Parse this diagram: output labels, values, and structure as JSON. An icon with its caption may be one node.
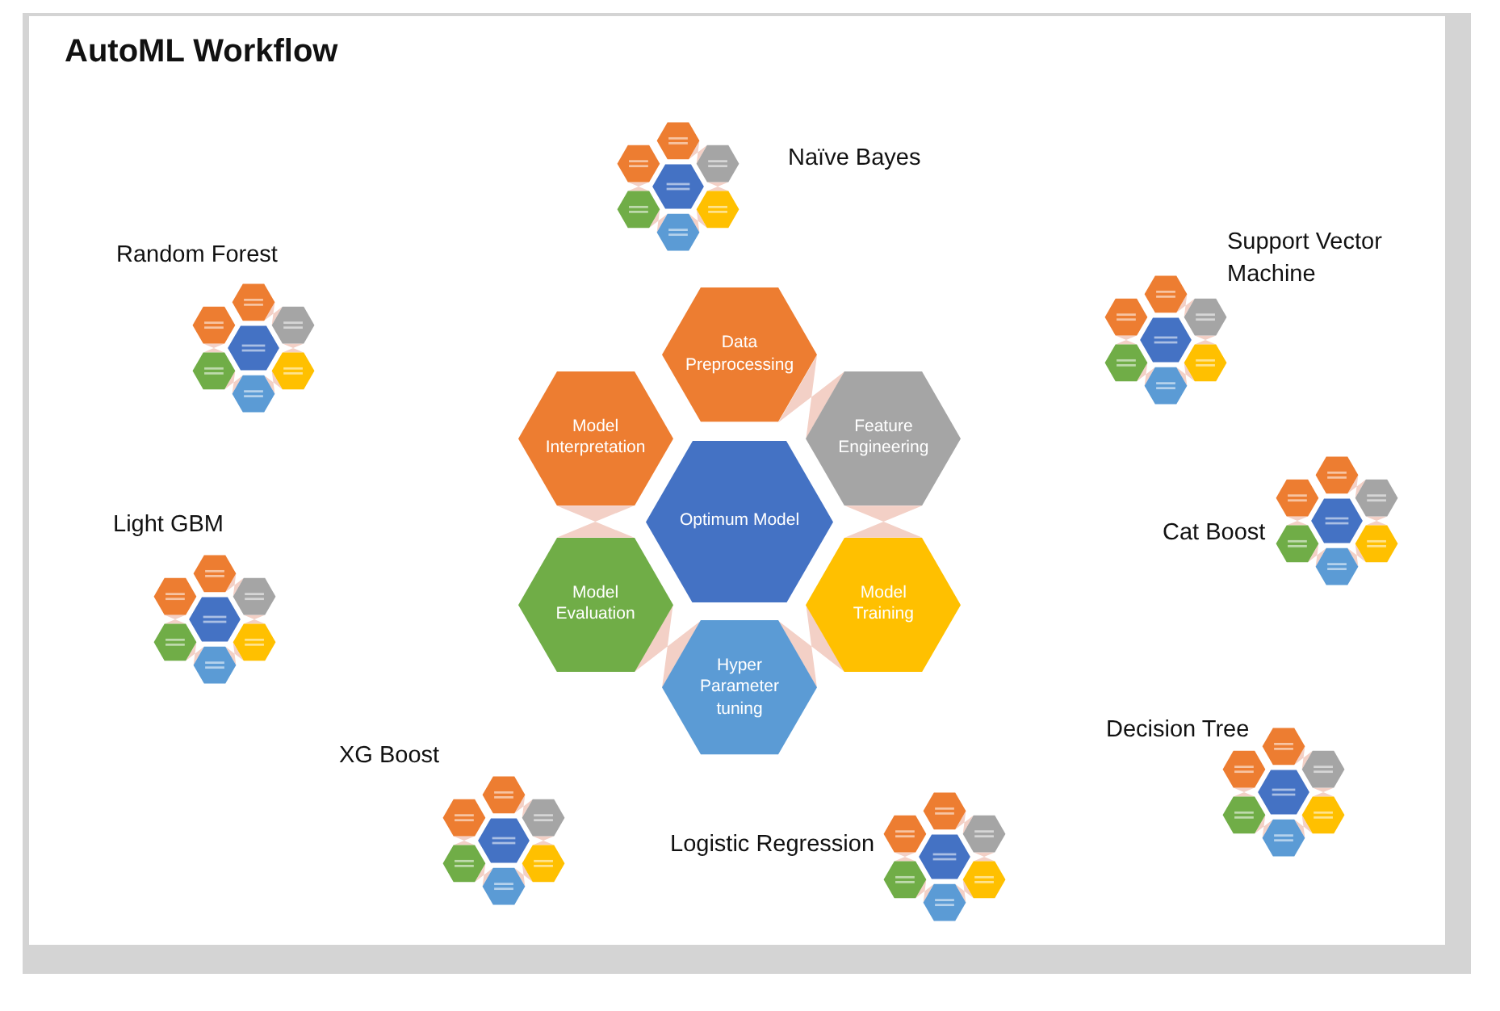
{
  "diagram": {
    "title": "AutoML Workflow",
    "nodes": [
      {
        "text": [
          "Data Preprocessing"
        ]
      },
      {
        "text": [
          "Feature Engineering"
        ]
      },
      {
        "text": [
          "Model Training"
        ]
      },
      {
        "text": [
          "Hyper Parameter tuning"
        ]
      },
      {
        "text": [
          "Model Evaluation"
        ]
      },
      {
        "text": [
          "Model Interpretation"
        ]
      },
      {
        "text": [
          "Optimum Model"
        ]
      },
      {
        "text": [],
        "shape": "picture",
        "beside": [
          "Naïve Bayes"
        ]
      },
      {
        "text": [],
        "shape": "picture",
        "beside": [
          "Random Forest"
        ]
      },
      {
        "text": [],
        "shape": "picture",
        "beside": [
          "Support Vector Machine"
        ]
      },
      {
        "text": [],
        "shape": "picture",
        "beside": [
          "Cat Boost"
        ]
      },
      {
        "text": [],
        "shape": "picture",
        "beside": [
          "Light GBM"
        ]
      },
      {
        "text": [],
        "shape": "picture",
        "beside": [
          "Decision Tree"
        ]
      },
      {
        "text": [],
        "shape": "picture",
        "beside": [
          "XG Boost"
        ]
      },
      {
        "text": [],
        "shape": "picture",
        "beside": [
          "Logistic Regression"
        ]
      }
    ]
  }
}
